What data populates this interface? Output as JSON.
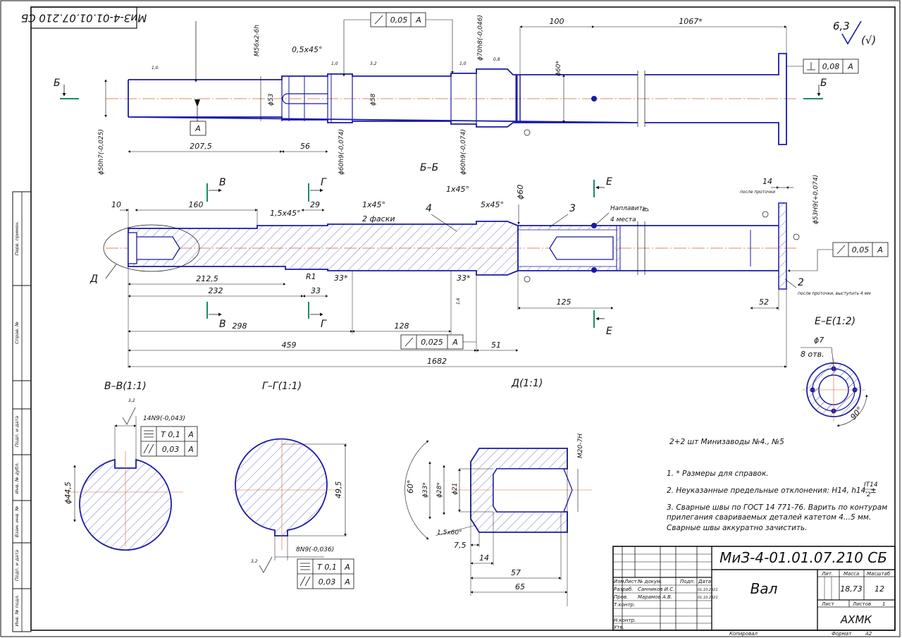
{
  "designation": "МиЗ-4-01.01.07.210 СБ",
  "designation_rot": "МиЗ-4-01.01.07.210 СБ",
  "roughness": {
    "value": "6,3",
    "bracket": "(√)"
  },
  "title_block": {
    "name": "Вал",
    "organization": "АХМК",
    "mass": "18,73",
    "scale": "12",
    "sheet": "1",
    "headers": {
      "lit": "Лит.",
      "mass": "Масса",
      "scale": "Масштаб",
      "sheet": "Лист",
      "sheets": "Листов"
    },
    "rows": [
      {
        "role": "Изм.",
        "c2": "Лист",
        "c3": "№ докум.",
        "c4": "Подп.",
        "c5": "Дата"
      },
      {
        "role": "Разраб.",
        "c3": "Санников И.С.",
        "c5": "01.10.2021"
      },
      {
        "role": "Пров.",
        "c3": "Марамов А.В.",
        "c5": "01.10.2021"
      },
      {
        "role": "Т.контр.",
        "c3": "",
        "c5": ""
      },
      {
        "role": "",
        "c3": "",
        "c5": ""
      },
      {
        "role": "Н.контр.",
        "c3": "",
        "c5": ""
      },
      {
        "role": "Утв.",
        "c3": "",
        "c5": ""
      }
    ],
    "copied": "Копировал",
    "format": "Формат",
    "format_value": "А2"
  },
  "side_stamps": [
    "Перв. примен.",
    "Справ. №",
    "Подп. и дата",
    "Инв. № дубл.",
    "Взам. инв. №",
    "Подп. и дата",
    "Инв. № подл."
  ],
  "notes": {
    "quantity": "2+2 шт Минизаводы №4., №5",
    "n1": "1. * Размеры для справок.",
    "n2": "2. Неуказанные предельные отклонения: Н14, h14, ±",
    "n2_frac_top": "IT14",
    "n2_frac_bot": "2",
    "n3a": "3. Сварные швы по ГОСТ 14 771-76. Варить по контурам",
    "n3b": "прилегания свариваемых деталей катетом 4...5 мм.",
    "n3c": "Сварные швы аккуратно зачистить."
  },
  "section_labels": {
    "bb": "Б–Б",
    "vv": "В–В(1:1)",
    "gg": "Г–Г(1:1)",
    "d": "Д(1:1)",
    "ee": "Е–Е(1:2)",
    "b": "Б",
    "v": "В",
    "g": "Г",
    "e": "Е",
    "dd": "Д",
    "a": "А"
  },
  "top_view": {
    "d_left": "ϕ50h7(-0,025)",
    "thread": "M56x2-6h",
    "chamfer": "0,5x45°",
    "d53": "ϕ53",
    "d58": "ϕ58",
    "d60a": "ϕ60h9(-0,074)",
    "d60b": "ϕ60h9(-0,074)",
    "d70": "ϕ70h8(-0,046)",
    "d60star": "ϕ60*",
    "l207": "207,5",
    "l56": "56",
    "l100": "100",
    "l1067": "1067*",
    "r10": "1,0",
    "r32": "3,2",
    "r08": "0,8",
    "tol_top": {
      "value": "0,05",
      "datum": "А"
    },
    "tol_right": {
      "value": "0,08",
      "datum": "А"
    }
  },
  "section_view": {
    "l10": "10",
    "l160": "160",
    "c15": "1,5x45°",
    "l29": "29",
    "c1a": "1x45°",
    "faski": "2 фаски",
    "c1b": "1x45°",
    "c5": "5x45°",
    "d60": "ϕ60",
    "p4": "4",
    "p3": "3",
    "weld": "Наплавить",
    "places": "4 места",
    "l14": "14",
    "after": "после проточки",
    "d53h9": "ϕ53H9(+0,074)",
    "tol": {
      "value": "0,05",
      "datum": "А"
    },
    "p2": "2",
    "after2": "после проточки, выступать 4 мм",
    "l212": "212,5",
    "r1": "R1",
    "l33s": "33*",
    "l33s2": "33*",
    "l232": "232",
    "l33": "33",
    "r16": "1,6",
    "l125": "125",
    "l52": "52",
    "l298": "298",
    "l128": "128",
    "l459": "459",
    "l51": "51",
    "l1682": "1682",
    "tol2": {
      "value": "0,025",
      "datum": "А"
    }
  },
  "vv_section": {
    "key": "14N9(-0,043)",
    "r32": "3,2",
    "d": "ϕ44,5",
    "tol1": {
      "sym": "T",
      "value": "0,1",
      "datum": "А"
    },
    "tol2": {
      "value": "0,03",
      "datum": "А"
    }
  },
  "gg_section": {
    "key": "8N9(-0,036)",
    "r32": "3,2",
    "d": "49,5",
    "tol1": {
      "sym": "T",
      "value": "0,1",
      "datum": "А"
    },
    "tol2": {
      "value": "0,03",
      "datum": "А"
    }
  },
  "d_detail": {
    "angle": "60°",
    "d33": "ϕ33*",
    "d28": "ϕ28*",
    "d21": "ϕ21",
    "chamfer": "1,5x60°",
    "l75": "7,5",
    "l14": "14",
    "l57": "57",
    "l65": "65",
    "thread": "M20-7H"
  },
  "ee_section": {
    "d7": "ϕ7",
    "holes": "8 отв.",
    "angle": "90°"
  },
  "colors": {
    "line": "#1a1aa8",
    "thin": "#111111",
    "axis": "#d06a2a",
    "hatch": "#3b3bb0",
    "green": "#1b8a6b"
  }
}
